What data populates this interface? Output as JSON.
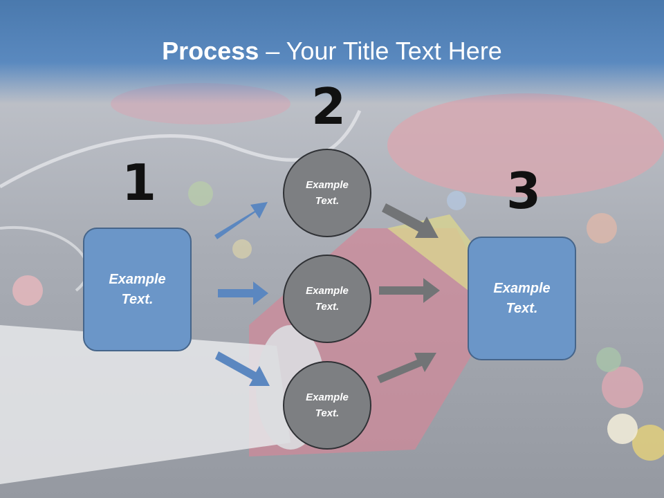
{
  "slide": {
    "title_bold": "Process",
    "title_rest": " – Your Title Text Here",
    "step_numbers": [
      "1",
      "2",
      "3"
    ],
    "left_box": {
      "line1": "Example",
      "line2": "Text."
    },
    "circles": [
      {
        "line1": "Example",
        "line2": "Text."
      },
      {
        "line1": "Example",
        "line2": "Text."
      },
      {
        "line1": "Example",
        "line2": "Text."
      }
    ],
    "right_box": {
      "line1": "Example",
      "line2": "Text."
    }
  },
  "colors": {
    "title_band": "#4a79ad",
    "box_fill": "#6b96c8",
    "circle_fill": "#7d7f82",
    "blue_arrow": "#5b87c0",
    "gray_arrow": "#727476"
  }
}
